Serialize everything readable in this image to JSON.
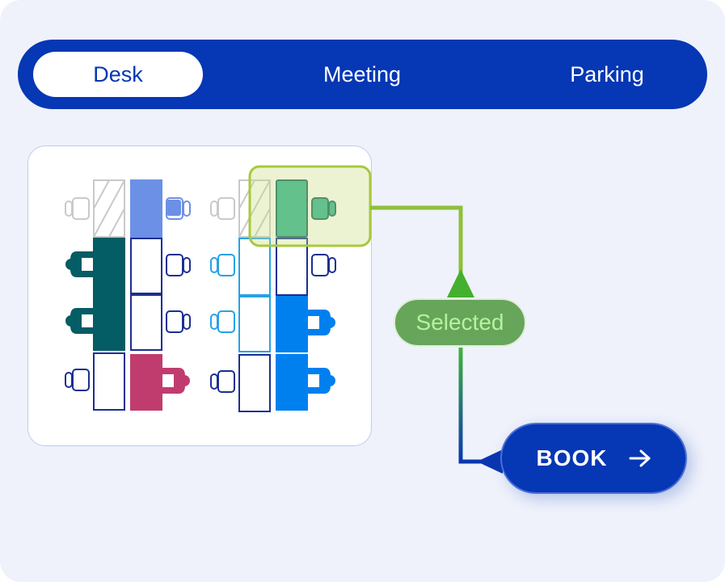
{
  "tabs": [
    {
      "label": "Desk",
      "active": true
    },
    {
      "label": "Meeting",
      "active": false
    },
    {
      "label": "Parking",
      "active": false
    }
  ],
  "selection": {
    "label": "Selected"
  },
  "book": {
    "label": "BOOK",
    "icon": "arrow-right-icon"
  },
  "colors": {
    "brand_blue": "#0637b4",
    "background": "#eff2fb",
    "desk_teal_dark": "#045c64",
    "desk_teal_selected": "#2db391",
    "desk_bright_blue": "#0080ef",
    "desk_light_blue": "#6b90e6",
    "desk_magenta": "#c13c6e",
    "outline_navy": "#1b2f92",
    "outline_cyan": "#27a2e5",
    "outline_gray": "#c9c9c9",
    "selection_highlight": "#a9c83d",
    "pill_green": "#67a55a"
  }
}
